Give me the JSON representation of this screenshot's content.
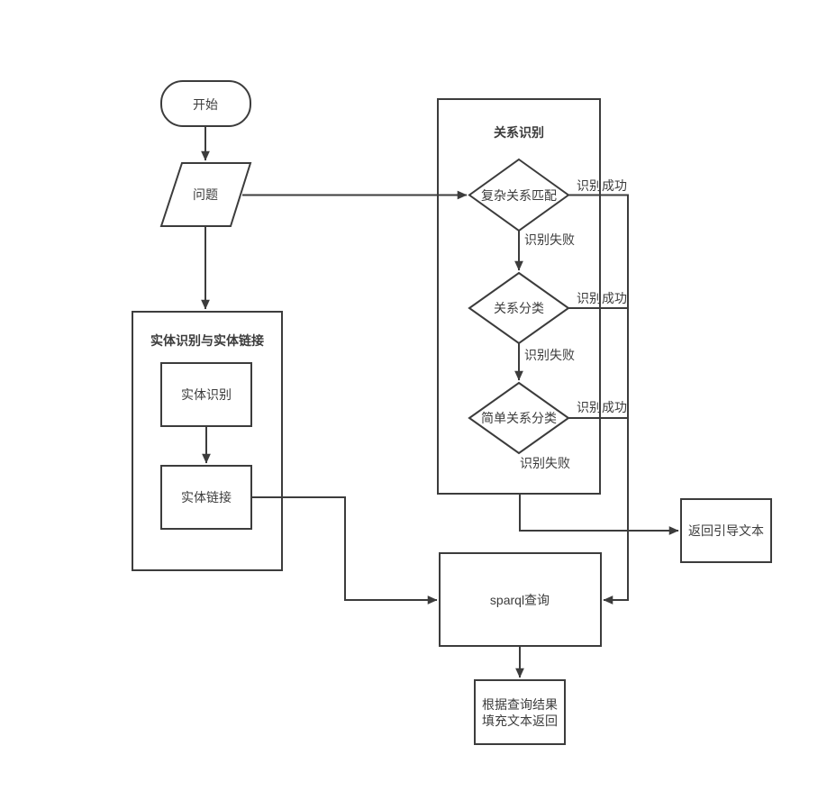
{
  "diagram": {
    "background": "#ffffff",
    "stroke_color": "#3c3c3c",
    "text_color": "#3c3c3c",
    "nodes": {
      "start": "开始",
      "question": "问题",
      "entity_group_title": "实体识别与实体链接",
      "entity_recognition": "实体识别",
      "entity_linking": "实体链接",
      "relation_group_title": "关系识别",
      "complex_relation_matching": "复杂关系匹配",
      "relation_classification": "关系分类",
      "simple_relation_classification": "简单关系分类",
      "return_guide_text": "返回引导文本",
      "sparql_query": "sparql查询",
      "fill_text_line1": "根据查询结果",
      "fill_text_line2": "填充文本返回"
    },
    "edge_labels": {
      "d1_success": "识别成功",
      "d1_fail": "识别失败",
      "d2_success": "识别成功",
      "d2_fail": "识别失败",
      "d3_success": "识别成功",
      "d3_fail": "识别失败"
    }
  }
}
